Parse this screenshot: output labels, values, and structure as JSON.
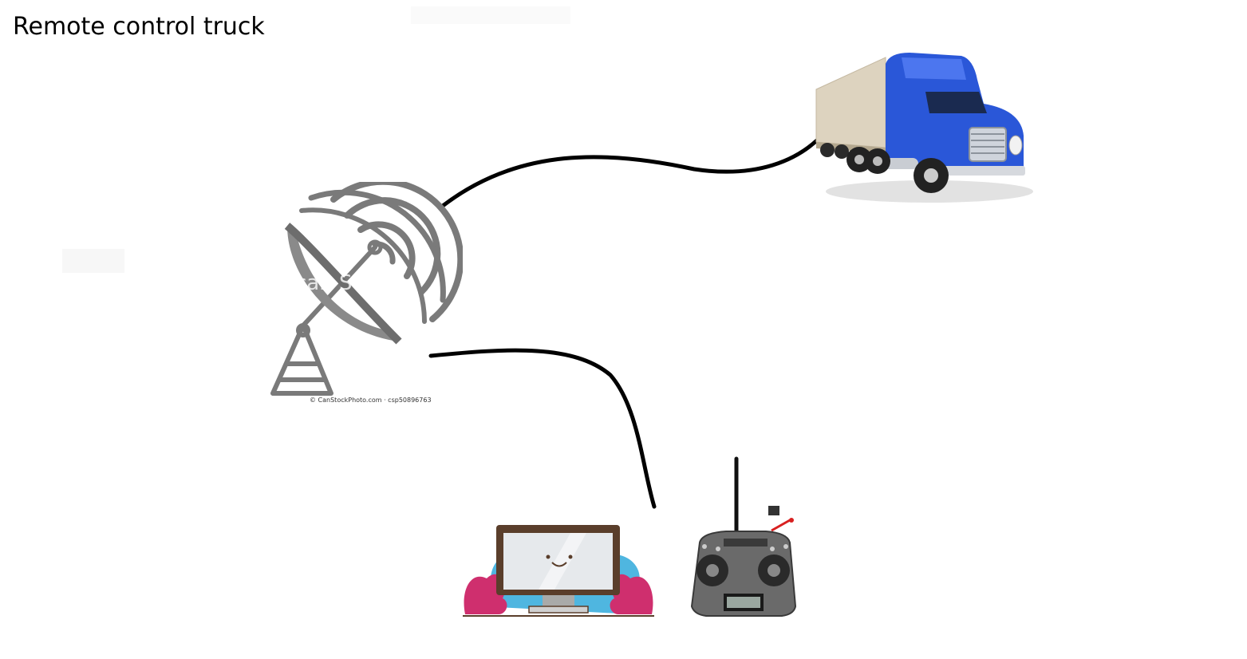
{
  "title": "Remote control truck",
  "dish": {
    "credit": "© CanStockPhoto.com · csp50896763",
    "watermark": "can Stock"
  },
  "monitor": {
    "colors": {
      "frame": "#5a3e2b",
      "screen": "#e6e9ec",
      "cloud": "#4fb6e0",
      "plant": "#cf2f6e"
    }
  },
  "truck": {
    "colors": {
      "cab": "#2a57d8",
      "trailer": "#ddd3bf"
    }
  },
  "colors": {
    "connector": "#000000",
    "dish": "#7a7a7a"
  }
}
